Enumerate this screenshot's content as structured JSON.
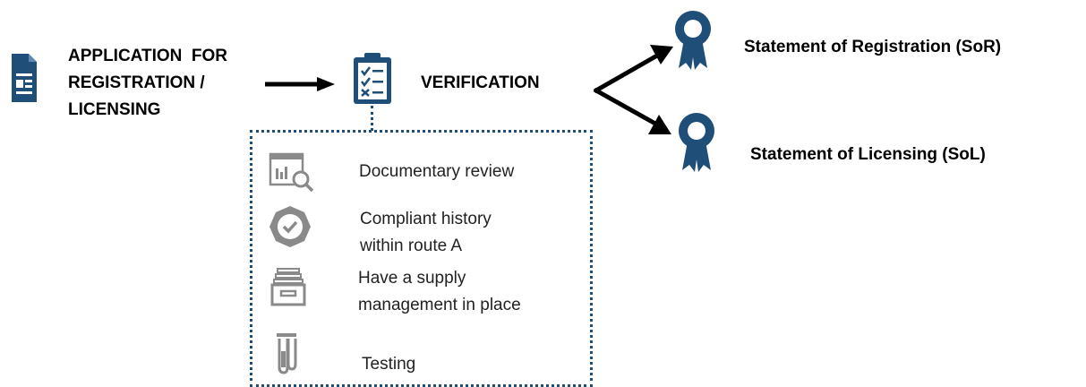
{
  "application": {
    "lines": [
      "APPLICATION  FOR",
      "REGISTRATION /",
      "LICENSING"
    ],
    "icon": "document-icon"
  },
  "verification": {
    "label": "VERIFICATION",
    "icon": "clipboard-checklist-icon"
  },
  "outcomes": [
    {
      "label": "Statement of Registration (SoR)",
      "icon": "award-ribbon-icon"
    },
    {
      "label": "Statement of Licensing (SoL)",
      "icon": "award-ribbon-icon"
    }
  ],
  "checks": [
    {
      "lines": [
        "Documentary review"
      ],
      "icon": "chart-magnifier-icon"
    },
    {
      "lines": [
        "Compliant history",
        "within route A"
      ],
      "icon": "check-badge-icon"
    },
    {
      "lines": [
        "Have a supply",
        "management in place"
      ],
      "icon": "archive-drawer-icon"
    },
    {
      "lines": [
        "Testing"
      ],
      "icon": "test-tubes-icon"
    }
  ],
  "colors": {
    "primary_blue": "#1f4e79",
    "icon_grey": "#8a8a8a",
    "arrow": "#000000"
  }
}
